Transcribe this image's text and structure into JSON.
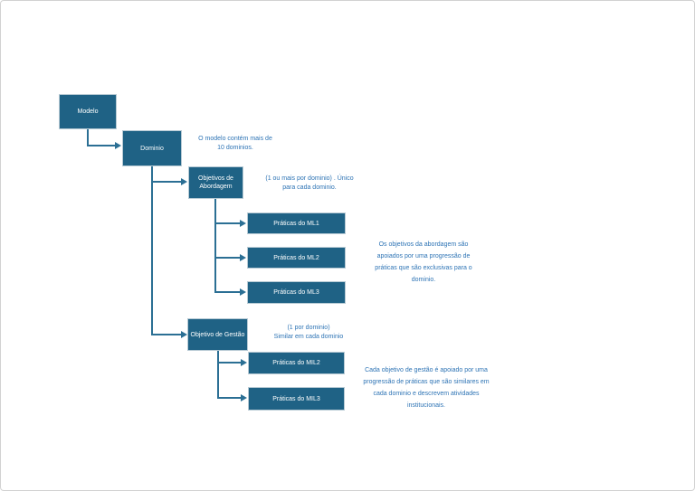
{
  "colors": {
    "box_fill": "#1f6285",
    "box_text": "#ffffff",
    "connector": "#2b6f94",
    "annotation_text": "#2e74b5",
    "page_background": "#ffffff"
  },
  "diagram": {
    "boxes": [
      {
        "id": "modelo",
        "label": "Modelo"
      },
      {
        "id": "dominio",
        "label": "Dominio"
      },
      {
        "id": "objetivos-de-abordagem",
        "label": "Objetivos de\nAbordagem"
      },
      {
        "id": "praticas-ml1",
        "label": "Práticas do ML1"
      },
      {
        "id": "praticas-ml2",
        "label": "Práticas do ML2"
      },
      {
        "id": "praticas-ml3",
        "label": "Práticas do ML3"
      },
      {
        "id": "objetivo-de-gestao",
        "label": "Objetivo de Gestão"
      },
      {
        "id": "praticas-mil2",
        "label": "Práticas do MIL2"
      },
      {
        "id": "praticas-mil3",
        "label": "Práticas do MIL3"
      }
    ],
    "annotations": [
      {
        "id": "modelo-note",
        "text": "O modelo contém mais de\n10 dominios."
      },
      {
        "id": "abordagem-note",
        "text": "(1 ou mais por dominio) . Único\npara cada dominio."
      },
      {
        "id": "abordagem-praticas-note",
        "text": "Os objetivos da abordagem são\napoiados por uma progressão de\npráticas que são exclusivas para o\ndominio."
      },
      {
        "id": "gestao-note",
        "text": "(1 por dominio)\nSimilar em cada dominio"
      },
      {
        "id": "gestao-praticas-note",
        "text": "Cada objetivo de gestão é apoiado por uma\nprogressão de práticas que são similares em\ncada dominio e descrevem atividades\ninstitucionais."
      }
    ]
  }
}
